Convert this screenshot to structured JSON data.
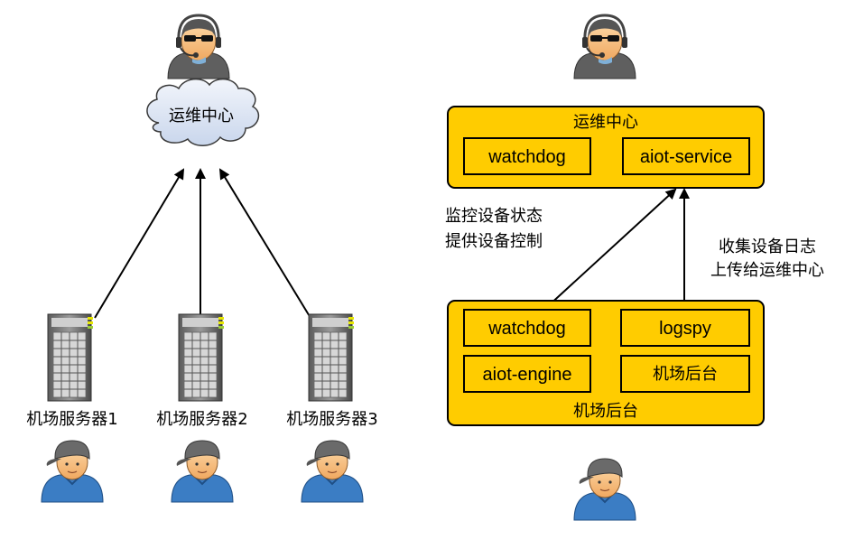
{
  "left": {
    "cloud_label": "运维中心",
    "servers": [
      "机场服务器1",
      "机场服务器2",
      "机场服务器3"
    ]
  },
  "right": {
    "ops_center": {
      "title": "运维中心",
      "modules": [
        "watchdog",
        "aiot-service"
      ]
    },
    "backend": {
      "title": "机场后台",
      "modules": [
        "watchdog",
        "logspy",
        "aiot-engine",
        "机场后台"
      ]
    },
    "left_annotation": [
      "监控设备状态",
      "提供设备控制"
    ],
    "right_annotation": [
      "收集设备日志",
      "上传给运维中心"
    ]
  },
  "colors": {
    "box_fill": "#FFCC00",
    "box_stroke": "#000000",
    "cloud_fill": "#DAE3F3"
  },
  "icons": {
    "operator": "operator-headset-icon",
    "user": "user-icon",
    "server": "server-icon"
  }
}
